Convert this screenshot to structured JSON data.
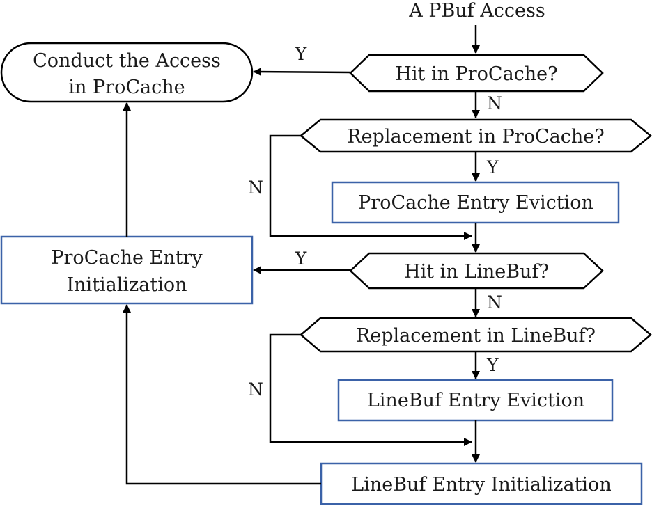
{
  "start": {
    "label": "A PBuf Access"
  },
  "terminal": {
    "line1": "Conduct the Access",
    "line2": "in ProCache"
  },
  "decisions": {
    "hit_procache": "Hit in ProCache?",
    "repl_procache": "Replacement in ProCache?",
    "hit_linebuf": "Hit in LineBuf?",
    "repl_linebuf": "Replacement in LineBuf?"
  },
  "processes": {
    "procache_eviction": "ProCache Entry Eviction",
    "procache_init_line1": "ProCache Entry",
    "procache_init_line2": "Initialization",
    "linebuf_eviction": "LineBuf Entry Eviction",
    "linebuf_init": "LineBuf Entry Initialization"
  },
  "edge_labels": {
    "yes": "Y",
    "no": "N"
  },
  "colors": {
    "process_border": "#3b62a8",
    "decision_border": "#000000"
  }
}
